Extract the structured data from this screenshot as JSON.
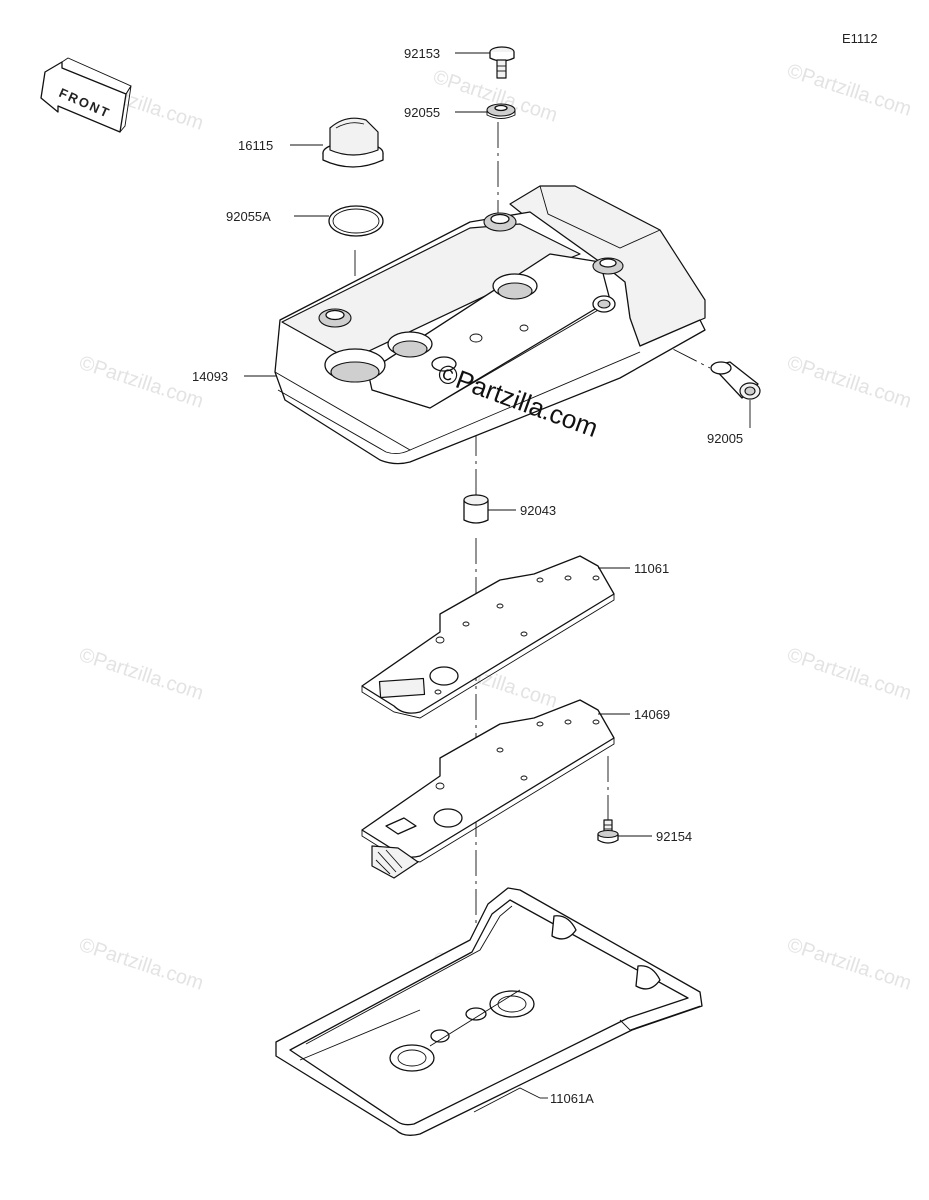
{
  "diagram_code": "E1112",
  "front_arrow_label": "FRONT",
  "watermark": {
    "small": "©Partzilla.com",
    "center": "©Partzilla.com"
  },
  "parts": [
    {
      "id": "p92153",
      "number": "92153"
    },
    {
      "id": "p92055",
      "number": "92055"
    },
    {
      "id": "p16115",
      "number": "16115"
    },
    {
      "id": "p92055A",
      "number": "92055A"
    },
    {
      "id": "p14093",
      "number": "14093"
    },
    {
      "id": "p92005",
      "number": "92005"
    },
    {
      "id": "p92043",
      "number": "92043"
    },
    {
      "id": "p11061",
      "number": "11061"
    },
    {
      "id": "p14069",
      "number": "14069"
    },
    {
      "id": "p92154",
      "number": "92154"
    },
    {
      "id": "p11061A",
      "number": "11061A"
    }
  ]
}
